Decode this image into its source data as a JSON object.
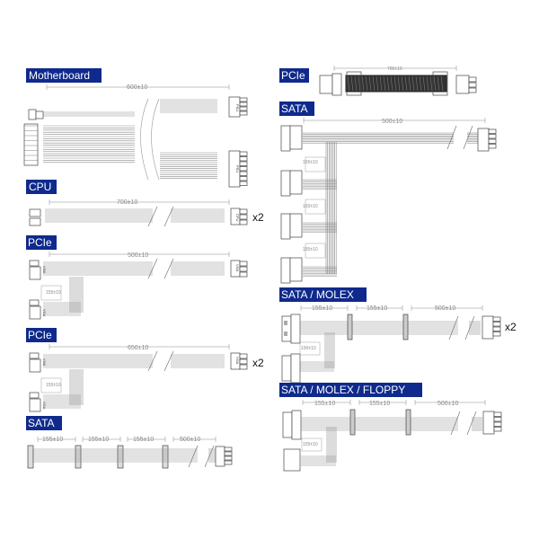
{
  "cables": {
    "motherboard": {
      "title": "Motherboard",
      "length": "600±10",
      "connector_label": "PSU"
    },
    "cpu": {
      "title": "CPU",
      "length": "700±10",
      "connector_label": "CPU",
      "quantity": "x2"
    },
    "pcie_1": {
      "title": "PCIe",
      "length": "500±10",
      "branch_length": "155±10",
      "connector_label": "VGA"
    },
    "pcie_2": {
      "title": "PCIe",
      "length": "650±10",
      "branch_length": "155±10",
      "connector_label": "VGA",
      "quantity": "x2"
    },
    "sata_inline": {
      "title": "SATA",
      "segments": [
        "155±10",
        "155±10",
        "155±10",
        "500±10"
      ]
    },
    "pcie_braided": {
      "title": "PCIe",
      "length": "700±10"
    },
    "sata_branch": {
      "title": "SATA",
      "length": "500±10",
      "branch_segments": [
        "155±10",
        "155±10",
        "155±10"
      ]
    },
    "sata_molex": {
      "title": "SATA / MOLEX",
      "segments": [
        "155±10",
        "155±10",
        "500±10"
      ],
      "branch_length": "100±10",
      "quantity": "x2"
    },
    "sata_molex_floppy": {
      "title": "SATA / MOLEX / FLOPPY",
      "segments": [
        "155±10",
        "155±10",
        "500±10"
      ],
      "branch_length": "155±10"
    }
  },
  "colors": {
    "badge": "#0f2a8c",
    "wire": "#8a8a8a",
    "dimension": "#888888"
  }
}
